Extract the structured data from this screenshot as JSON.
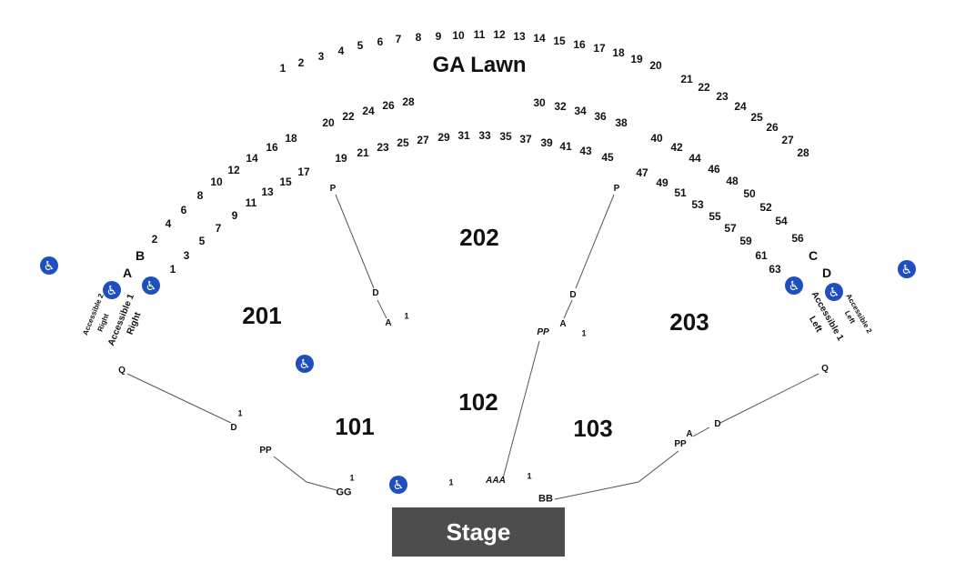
{
  "venue": {
    "lawn_label": "GA Lawn",
    "stage_label": "Stage"
  },
  "sections": {
    "s201": "201",
    "s202": "202",
    "s203": "203",
    "s101": "101",
    "s102": "102",
    "s103": "103"
  },
  "lawn_outer_rows": [
    "1",
    "2",
    "3",
    "4",
    "5",
    "6",
    "7",
    "8",
    "9",
    "10",
    "11",
    "12",
    "13",
    "14",
    "15",
    "16",
    "17",
    "18",
    "19",
    "20",
    "21",
    "22",
    "23",
    "24",
    "25",
    "26",
    "27",
    "28"
  ],
  "lawn_left_even": [
    "2",
    "4",
    "6",
    "8",
    "10",
    "12",
    "14",
    "16",
    "18",
    "20",
    "22",
    "24",
    "26",
    "28"
  ],
  "lawn_left_odd": [
    "1",
    "3",
    "5",
    "7",
    "9",
    "11",
    "13",
    "15",
    "17",
    "19",
    "21",
    "23",
    "25",
    "27",
    "29",
    "31",
    "33",
    "35",
    "37",
    "39",
    "41",
    "43",
    "45"
  ],
  "lawn_right_even": [
    "30",
    "32",
    "34",
    "36",
    "38",
    "40",
    "42",
    "44",
    "46",
    "48",
    "50",
    "52",
    "54",
    "56"
  ],
  "lawn_right_odd": [
    "47",
    "49",
    "51",
    "53",
    "55",
    "57",
    "59",
    "61",
    "63"
  ],
  "row_labels": {
    "A_left": "A",
    "B_left": "B",
    "C_right": "C",
    "D_right": "D",
    "p_201": "P",
    "d_201": "D",
    "a_201": "A",
    "one_201": "1",
    "p_203": "P",
    "d_203": "D",
    "a_203": "A",
    "one_203": "1",
    "pp_203": "PP",
    "q_101": "Q",
    "one_101": "1",
    "d_101": "D",
    "pp_101": "PP",
    "one_101b": "1",
    "gg_101": "GG",
    "one_102": "1",
    "aaa_102": "AAA",
    "one_102b": "1",
    "q_103": "Q",
    "d_103": "D",
    "a_103": "A",
    "pp_103": "PP",
    "bb_103": "BB"
  },
  "accessible": {
    "left_1": "Accessible 1",
    "left_1_side": "Right",
    "left_2": "Accessible 2",
    "left_2_side": "Right",
    "right_1": "Accessible 1",
    "right_1_side": "Left",
    "right_2": "Accessible 2",
    "right_2_side": "Left"
  },
  "icons": {
    "wheelchair": "wheelchair-icon",
    "glyph": "♿",
    "color": "#1f4fbf"
  },
  "colors": {
    "stage_fill": "#4d4d4d",
    "stage_text": "#ffffff",
    "line": "#555555",
    "text": "#111111"
  }
}
